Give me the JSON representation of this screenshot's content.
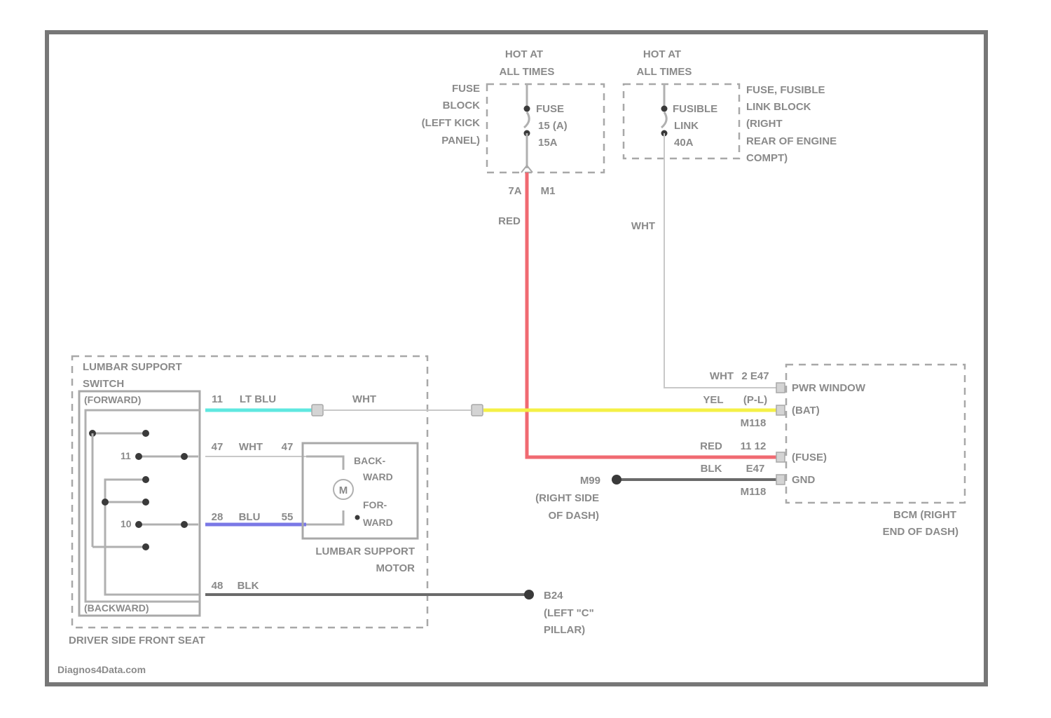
{
  "colors": {
    "frame": "#777777",
    "red_wire": "#f06a72",
    "yellow_wire": "#f4f046",
    "lt_blu_wire": "#5fe8e0",
    "blu_wire": "#7a78e6",
    "blk_wire": "#6a6a6a",
    "wht_wire": "#c8c8c8"
  },
  "fuse_block": {
    "power_label": [
      "HOT AT",
      "ALL TIMES"
    ],
    "location": [
      "FUSE",
      "BLOCK",
      "(LEFT KICK",
      "PANEL)"
    ],
    "fuse": [
      "FUSE",
      "15 (A)",
      "15A"
    ],
    "pin_left": "7A",
    "pin_right": "M1"
  },
  "fusible_link_block": {
    "power_label": [
      "HOT AT",
      "ALL TIMES"
    ],
    "link": [
      "FUSIBLE",
      "LINK",
      "40A"
    ],
    "location": [
      "FUSE, FUSIBLE",
      "LINK BLOCK",
      "(RIGHT",
      "REAR OF ENGINE",
      "COMPT)"
    ]
  },
  "wires": {
    "red_vertical": "RED",
    "wht_vertical": "WHT"
  },
  "bcm": {
    "rows": [
      {
        "wire": "WHT",
        "pin": "2 E47",
        "label": "PWR WINDOW"
      },
      {
        "wire": "YEL",
        "pin": "(P-L)",
        "label": "(BAT)",
        "sub": "M118"
      },
      {
        "wire": "RED",
        "pin": "11 12",
        "label": "(FUSE)"
      },
      {
        "wire": "BLK",
        "pin": "E47",
        "label": "GND",
        "sub": "M118"
      }
    ],
    "location": [
      "BCM (RIGHT",
      "END OF DASH)"
    ]
  },
  "ground_m": {
    "id": "M99",
    "location": [
      "(RIGHT SIDE",
      "OF DASH)"
    ]
  },
  "ground_b": {
    "id": "B24",
    "location": [
      "(LEFT \"C\"",
      "PILLAR)"
    ]
  },
  "seat": {
    "switch_title": [
      "LUMBAR SUPPORT",
      "SWITCH"
    ],
    "forward_label": "(FORWARD)",
    "backward_label": "(BACKWARD)",
    "pin_labels": [
      "11",
      "10"
    ],
    "wires": [
      {
        "pins": "11",
        "color": "LT BLU",
        "out": "WHT"
      },
      {
        "pins": "47",
        "color": "WHT",
        "out": "47"
      },
      {
        "pins": "28",
        "color": "BLU",
        "out": "55"
      },
      {
        "pins": "48",
        "color": "BLK",
        "out": ""
      }
    ],
    "motor_labels": [
      "BACK-",
      "WARD",
      "M",
      "FOR-",
      "WARD"
    ],
    "motor_title": [
      "LUMBAR SUPPORT",
      "MOTOR"
    ],
    "seat_title": "DRIVER SIDE FRONT SEAT"
  },
  "watermark": "Diagnos4Data.com"
}
